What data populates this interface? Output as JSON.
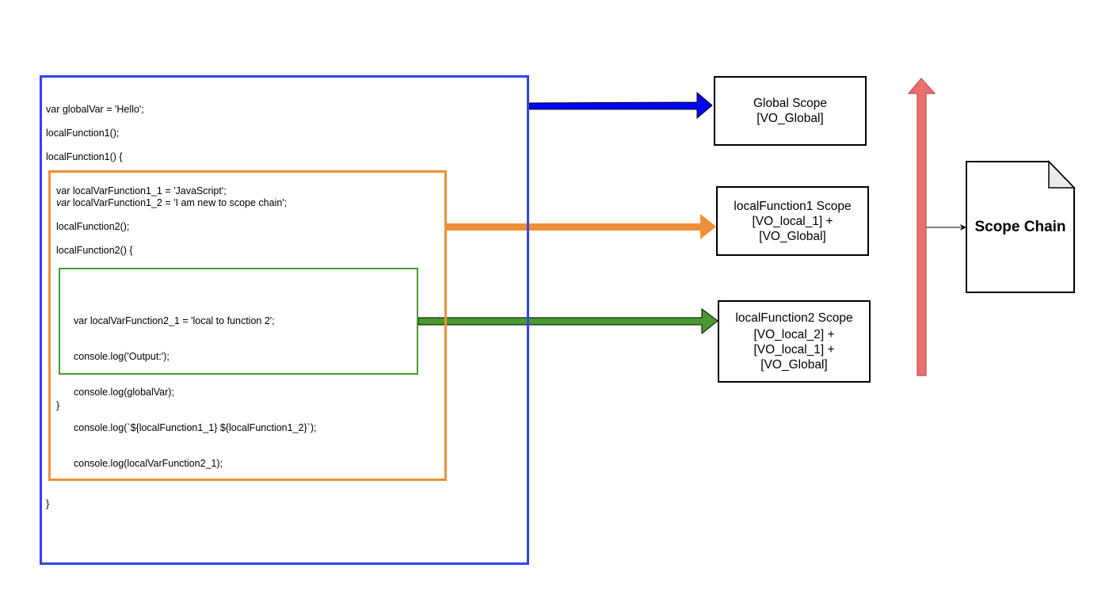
{
  "code": {
    "outer": {
      "line1": "var globalVar = 'Hello';",
      "line2": "localFunction1();",
      "line3": "localFunction1() {",
      "close": "}"
    },
    "middle": {
      "line1": "var localVarFunction1_1 = 'JavaScript';",
      "line2_kw": "var",
      "line2_rest": " localVarFunction1_2 = 'I am new to scope chain';",
      "line3": "localFunction2();",
      "line4": "localFunction2() {",
      "close": "}"
    },
    "inner": {
      "lines": [
        "var localVarFunction2_1 = 'local to function 2';",
        "console.log('Output:');",
        "console.log(globalVar);",
        "console.log(`${localFunction1_1} ${localFunction1_2}`);",
        "console.log(localVarFunction2_1);"
      ]
    }
  },
  "scopes": {
    "global": {
      "title": "Global Scope",
      "lines": [
        "[VO_Global]"
      ]
    },
    "local1": {
      "title": "localFunction1 Scope",
      "lines": [
        "[VO_local_1] +",
        "[VO_Global]"
      ]
    },
    "local2": {
      "title": "localFunction2 Scope",
      "lines": [
        "[VO_local_2] +",
        "[VO_local_1] +",
        "[VO_Global]"
      ]
    }
  },
  "scope_chain": {
    "label": "Scope Chain"
  },
  "colors": {
    "global": "#2f45ee",
    "local1": "#ee9038",
    "local2": "#4b9a2f",
    "chain_arrow_fill": "#ec6f6f",
    "chain_arrow_stroke": "#b85450",
    "document_fold": "#ebebeb"
  }
}
